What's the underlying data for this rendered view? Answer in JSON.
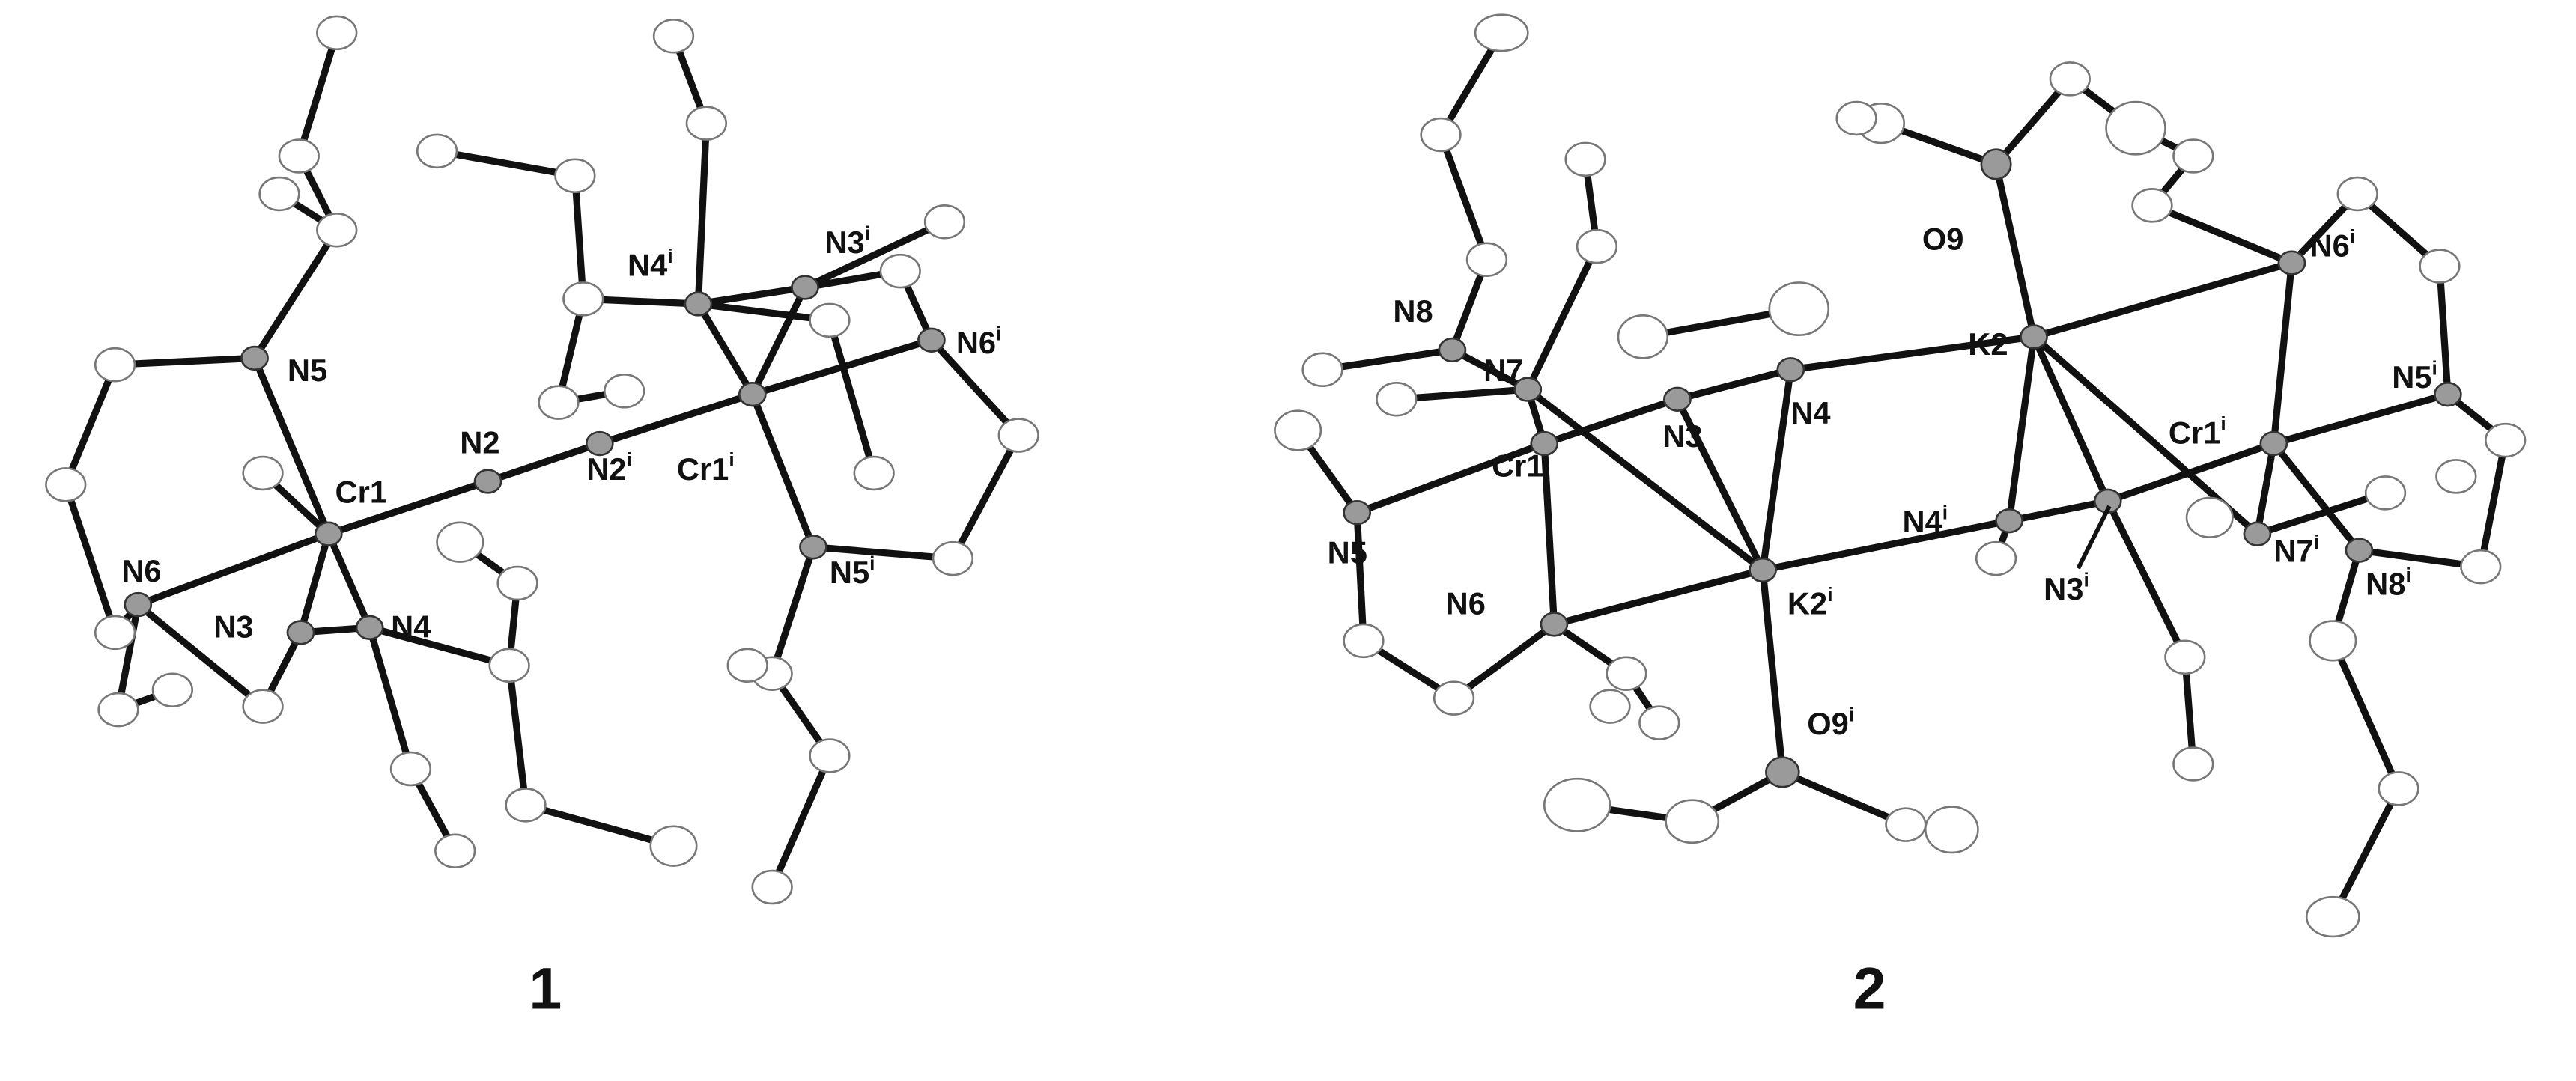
{
  "figure": {
    "structures": [
      {
        "caption": "1",
        "labels": {
          "Cr1": {
            "text": "Cr1",
            "sup": ""
          },
          "N2": {
            "text": "N2",
            "sup": ""
          },
          "N2i": {
            "text": "N2",
            "sup": "i"
          },
          "Cr1i": {
            "text": "Cr1",
            "sup": "i"
          },
          "N3": {
            "text": "N3",
            "sup": ""
          },
          "N4": {
            "text": "N4",
            "sup": ""
          },
          "N5": {
            "text": "N5",
            "sup": ""
          },
          "N6": {
            "text": "N6",
            "sup": ""
          },
          "N3i": {
            "text": "N3",
            "sup": "i"
          },
          "N4i": {
            "text": "N4",
            "sup": "i"
          },
          "N5i": {
            "text": "N5",
            "sup": "i"
          },
          "N6i": {
            "text": "N6",
            "sup": "i"
          }
        }
      },
      {
        "caption": "2",
        "labels": {
          "Cr1": {
            "text": "Cr1",
            "sup": ""
          },
          "Cr1i": {
            "text": "Cr1",
            "sup": "i"
          },
          "K2": {
            "text": "K2",
            "sup": ""
          },
          "K2i": {
            "text": "K2",
            "sup": "i"
          },
          "O9": {
            "text": "O9",
            "sup": ""
          },
          "O9i": {
            "text": "O9",
            "sup": "i"
          },
          "N3": {
            "text": "N3",
            "sup": ""
          },
          "N4": {
            "text": "N4",
            "sup": ""
          },
          "N5": {
            "text": "N5",
            "sup": ""
          },
          "N6": {
            "text": "N6",
            "sup": ""
          },
          "N7": {
            "text": "N7",
            "sup": ""
          },
          "N8": {
            "text": "N8",
            "sup": ""
          },
          "N3i": {
            "text": "N3",
            "sup": "i"
          },
          "N4i": {
            "text": "N4",
            "sup": "i"
          },
          "N5i": {
            "text": "N5",
            "sup": "i"
          },
          "N6i": {
            "text": "N6",
            "sup": "i"
          },
          "N7i": {
            "text": "N7",
            "sup": "i"
          },
          "N8i": {
            "text": "N8",
            "sup": "i"
          }
        }
      }
    ]
  }
}
